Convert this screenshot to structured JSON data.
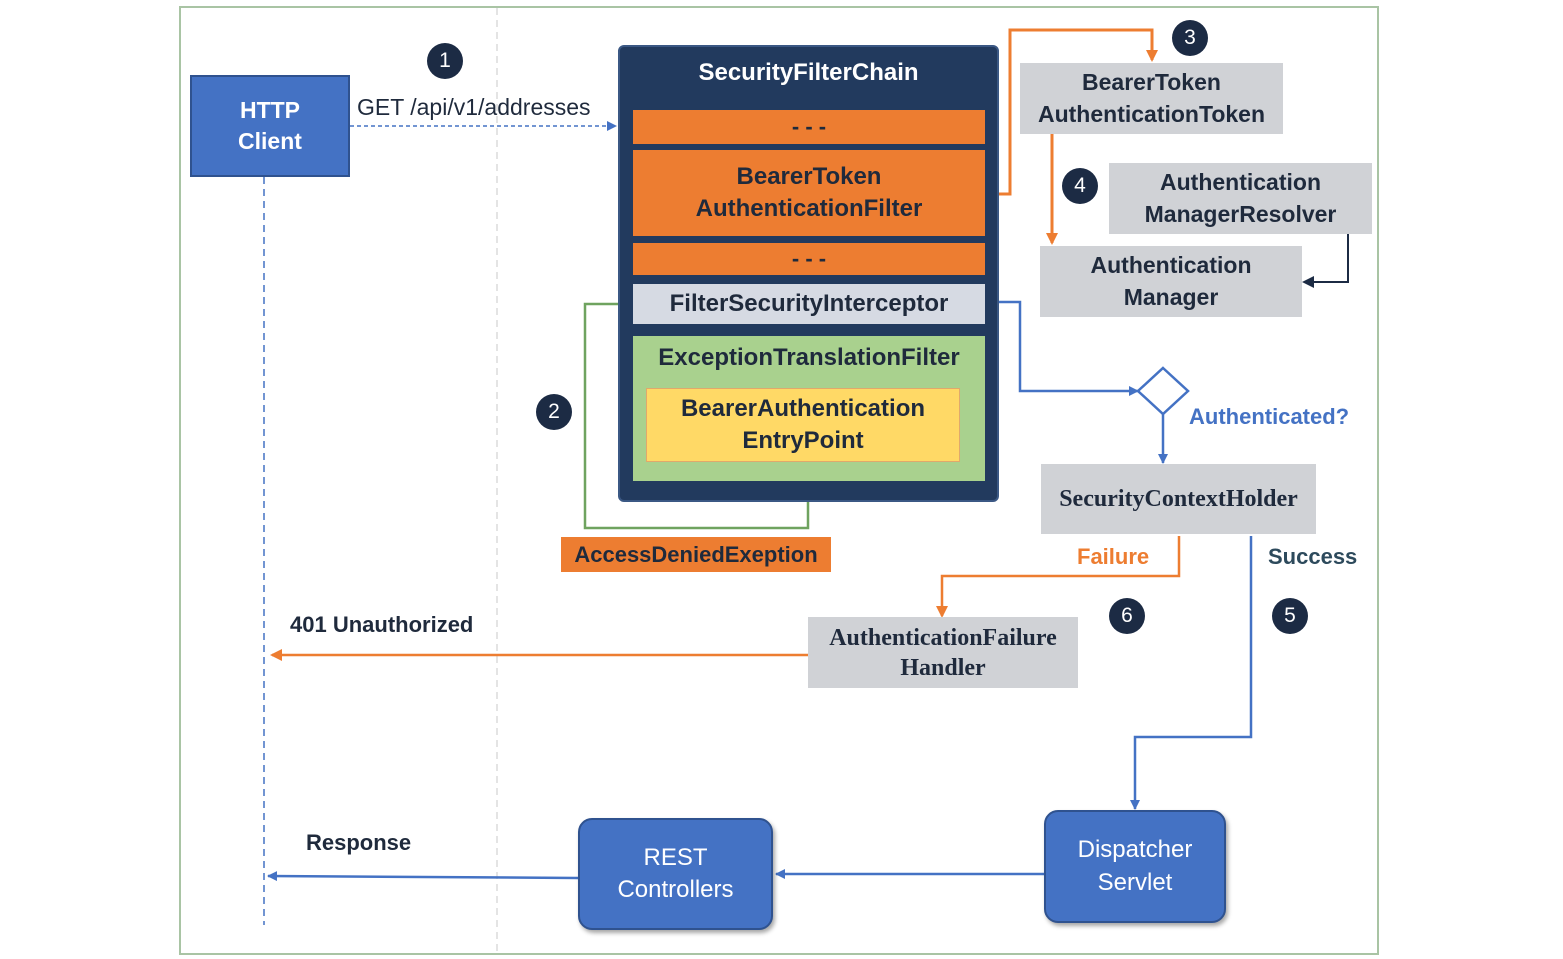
{
  "client": {
    "line1": "HTTP",
    "line2": "Client"
  },
  "request": {
    "label": "GET /api/v1/addresses"
  },
  "chain": {
    "title": "SecurityFilterChain",
    "dots_top": "- - -",
    "bearer_filter": {
      "line1": "BearerToken",
      "line2": "AuthenticationFilter"
    },
    "dots_mid": "- - -",
    "interceptor": "FilterSecurityInterceptor",
    "translation": "ExceptionTranslationFilter",
    "entry_point": {
      "line1": "BearerAuthentication",
      "line2": "EntryPoint"
    }
  },
  "exception": {
    "label": "AccessDeniedExeption"
  },
  "token": {
    "line1": "BearerToken",
    "line2": "AuthenticationToken"
  },
  "resolver": {
    "line1": "Authentication",
    "line2": "ManagerResolver"
  },
  "manager": {
    "line1": "Authentication",
    "line2": "Manager"
  },
  "decision": {
    "label": "Authenticated?"
  },
  "context_holder": {
    "label": "SecurityContextHolder"
  },
  "failure": {
    "label": "Failure"
  },
  "success": {
    "label": "Success"
  },
  "failure_handler": {
    "line1": "AuthenticationFailure",
    "line2": "Handler"
  },
  "unauthorized": {
    "label": "401 Unauthorized"
  },
  "response": {
    "label": "Response"
  },
  "controllers": {
    "line1": "REST",
    "line2": "Controllers"
  },
  "dispatcher": {
    "line1": "Dispatcher",
    "line2": "Servlet"
  },
  "steps": [
    "1",
    "2",
    "3",
    "4",
    "5",
    "6"
  ],
  "colors": {
    "blue": "#4472c4",
    "orange": "#ed7d31",
    "navy": "#223a5e",
    "gray": "#d0d2d6",
    "green": "#a9d18e",
    "yellow": "#ffd966"
  }
}
